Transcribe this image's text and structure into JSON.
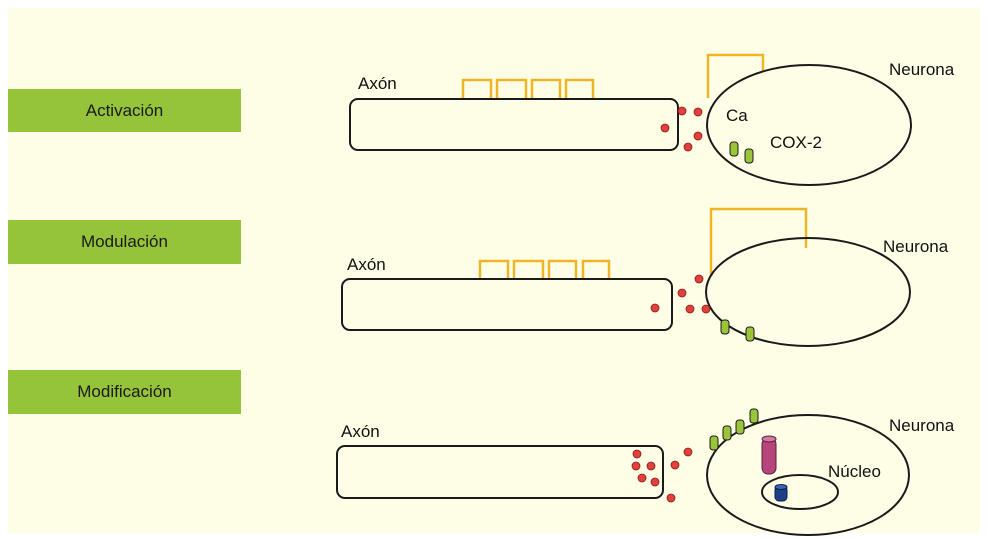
{
  "stages": [
    {
      "label": "Activación",
      "axon_label": "Axón",
      "neuron_label": "Neurona",
      "inner_labels": [
        "Ca",
        "COX-2"
      ]
    },
    {
      "label": "Modulación",
      "axon_label": "Axón",
      "neuron_label": "Neurona",
      "inner_labels": []
    },
    {
      "label": "Modificación",
      "axon_label": "Axón",
      "neuron_label": "Neurona",
      "inner_labels": [
        "Núcleo"
      ]
    }
  ],
  "colors": {
    "background": "#fefee7",
    "label_box": "#95c33a",
    "outline": "#1a1a1a",
    "signal_line": "#f0b429",
    "vesicle": "#e0413c",
    "receptor": "#9cc43a",
    "nuclear_channel": "#b5457a",
    "nuclear_core": "#1f3f88"
  }
}
